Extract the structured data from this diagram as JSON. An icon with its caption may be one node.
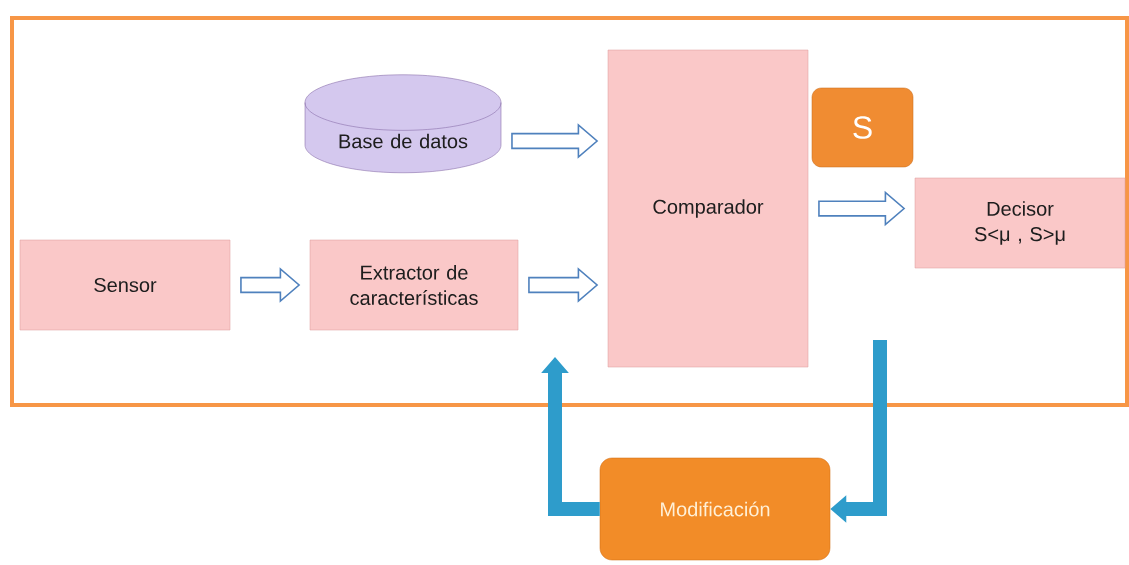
{
  "diagram": {
    "nodes": [
      {
        "text": [],
        "shape": "box"
      },
      {
        "text": [
          "Base de datos"
        ],
        "in": 0
      },
      {
        "text": [
          "S"
        ],
        "in": 0
      },
      {
        "text": [
          "Sensor"
        ],
        "in": 0
      },
      {
        "text": [
          "Extractor de características"
        ],
        "in": 0
      },
      {
        "text": [
          "Comparador"
        ],
        "in": 0
      },
      {
        "text": [
          "Decisor",
          "S<μ , S>μ"
        ],
        "in": 0
      },
      {
        "text": [
          "Modificación"
        ]
      }
    ],
    "edges": [
      {
        "from": 1,
        "to": 5,
        "arrow": "to"
      },
      {
        "from": 3,
        "to": 4,
        "arrow": "to"
      },
      {
        "from": 4,
        "to": 5,
        "arrow": "to"
      },
      {
        "from": 5,
        "to": 6,
        "arrow": "to"
      },
      {
        "from": null,
        "to": 7,
        "arrow": "to",
        "color": "#2e9ccb"
      },
      {
        "from": 7,
        "to": null,
        "arrow": "to",
        "color": "#2e9ccb"
      }
    ]
  }
}
